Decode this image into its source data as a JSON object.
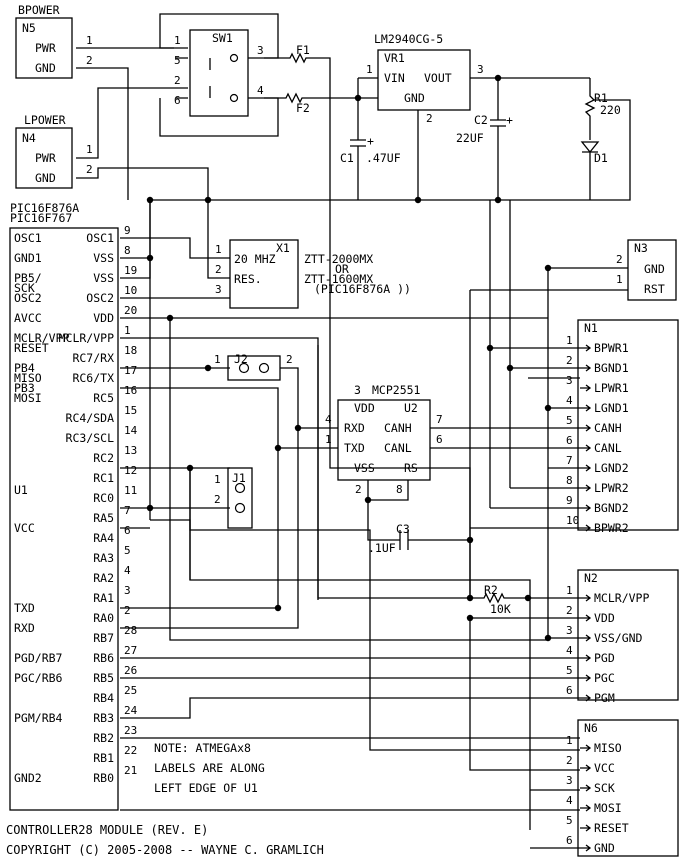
{
  "title": "CONTROLLER28 MODULE (REV. E)",
  "copyright": "COPYRIGHT (C) 2005-2008 -- WAYNE C. GRAMLICH",
  "note": [
    "NOTE: ATMEGAx8",
    "LABELS ARE ALONG",
    "LEFT EDGE OF U1"
  ],
  "bpower": {
    "label": "BPOWER",
    "ref": "N5",
    "pins": [
      {
        "name": "PWR",
        "num": "1"
      },
      {
        "name": "GND",
        "num": "2"
      }
    ]
  },
  "lpower": {
    "label": "LPOWER",
    "ref": "N4",
    "pins": [
      {
        "name": "PWR",
        "num": "1"
      },
      {
        "name": "GND",
        "num": "2"
      }
    ]
  },
  "sw1": {
    "ref": "SW1",
    "pins": [
      "1",
      "5",
      "2",
      "6",
      "3",
      "4"
    ]
  },
  "fuses": [
    "F1",
    "F2"
  ],
  "vr1": {
    "part": "LM2940CG-5",
    "ref": "VR1",
    "in": "VIN",
    "out": "VOUT",
    "gnd": "GND",
    "pins": [
      "1",
      "3",
      "2"
    ]
  },
  "c1": {
    "ref": "C1",
    "value": ".47UF",
    "plus": "+"
  },
  "c2": {
    "ref": "C2",
    "value": "22UF",
    "plus": "+"
  },
  "r1": {
    "ref": "R1",
    "value": "220"
  },
  "d1": {
    "ref": "D1"
  },
  "u1": {
    "parts": [
      "PIC16F876A",
      "PIC16F767"
    ],
    "ref": "U1",
    "left_labels": [
      "OSC1",
      "GND1",
      "PB5/",
      "SCK",
      "OSC2",
      "AVCC",
      "MCLR/VPP",
      "RESET",
      "PB4",
      "MISO",
      "PB3",
      "MOSI",
      "VCC",
      "TXD",
      "RXD",
      "PGD/RB7",
      "PGC/RB6",
      "PGM/RB4",
      "GND2"
    ],
    "pins": [
      {
        "name": "OSC1",
        "num": "9"
      },
      {
        "name": "VSS",
        "num": "8"
      },
      {
        "name": "VSS",
        "num": "19"
      },
      {
        "name": "OSC2",
        "num": "10"
      },
      {
        "name": "VDD",
        "num": "20"
      },
      {
        "name": "MCLR/VPP",
        "num": "1"
      },
      {
        "name": "RC7/RX",
        "num": "18"
      },
      {
        "name": "RC6/TX",
        "num": "17"
      },
      {
        "name": "RC5",
        "num": "16"
      },
      {
        "name": "RC4/SDA",
        "num": "15"
      },
      {
        "name": "RC3/SCL",
        "num": "14"
      },
      {
        "name": "RC2",
        "num": "13"
      },
      {
        "name": "RC1",
        "num": "12"
      },
      {
        "name": "RC0",
        "num": "11"
      },
      {
        "name": "RA5",
        "num": "7"
      },
      {
        "name": "RA4",
        "num": "6"
      },
      {
        "name": "RA3",
        "num": "5"
      },
      {
        "name": "RA2",
        "num": "4"
      },
      {
        "name": "RA1",
        "num": "3"
      },
      {
        "name": "RA0",
        "num": "2"
      },
      {
        "name": "RB7",
        "num": "28"
      },
      {
        "name": "RB6",
        "num": "27"
      },
      {
        "name": "RB5",
        "num": "26"
      },
      {
        "name": "RB4",
        "num": "25"
      },
      {
        "name": "RB3",
        "num": "24"
      },
      {
        "name": "RB2",
        "num": "23"
      },
      {
        "name": "RB1",
        "num": "22"
      },
      {
        "name": "RB0",
        "num": "21"
      }
    ]
  },
  "x1": {
    "ref": "X1",
    "freq": "20 MHZ",
    "type": "RES.",
    "pins": [
      "1",
      "2",
      "3"
    ],
    "part": [
      "ZTT-2000MX",
      "OR",
      "ZTT-1600MX",
      "(PIC16F876A ))"
    ]
  },
  "j1": {
    "ref": "J1",
    "pins": [
      "1",
      "2"
    ]
  },
  "j2": {
    "ref": "J2",
    "pins": [
      "1",
      "2"
    ]
  },
  "u2": {
    "part": "MCP2551",
    "ref": "U2",
    "pins": [
      {
        "name": "VDD",
        "num": "3"
      },
      {
        "name": "RXD",
        "num": "4"
      },
      {
        "name": "TXD",
        "num": "1"
      },
      {
        "name": "VSS",
        "num": "2"
      },
      {
        "name": "RS",
        "num": "8"
      },
      {
        "name": "CANH",
        "num": "7"
      },
      {
        "name": "CANL",
        "num": "6"
      }
    ]
  },
  "c3": {
    "ref": "C3",
    "value": ".1UF"
  },
  "r2": {
    "ref": "R2",
    "value": "10K"
  },
  "n3": {
    "ref": "N3",
    "pins": [
      {
        "name": "GND",
        "num": "2"
      },
      {
        "name": "RST",
        "num": "1"
      }
    ]
  },
  "n1": {
    "ref": "N1",
    "pins": [
      {
        "name": "BPWR1",
        "num": "1"
      },
      {
        "name": "BGND1",
        "num": "2"
      },
      {
        "name": "LPWR1",
        "num": "3"
      },
      {
        "name": "LGND1",
        "num": "4"
      },
      {
        "name": "CANH",
        "num": "5"
      },
      {
        "name": "CANL",
        "num": "6"
      },
      {
        "name": "LGND2",
        "num": "7"
      },
      {
        "name": "LPWR2",
        "num": "8"
      },
      {
        "name": "BGND2",
        "num": "9"
      },
      {
        "name": "BPWR2",
        "num": "10"
      }
    ]
  },
  "n2": {
    "ref": "N2",
    "pins": [
      {
        "name": "MCLR/VPP",
        "num": "1"
      },
      {
        "name": "VDD",
        "num": "2"
      },
      {
        "name": "VSS/GND",
        "num": "3"
      },
      {
        "name": "PGD",
        "num": "4"
      },
      {
        "name": "PGC",
        "num": "5"
      },
      {
        "name": "PGM",
        "num": "6"
      }
    ]
  },
  "n6": {
    "ref": "N6",
    "pins": [
      {
        "name": "MISO",
        "num": "1"
      },
      {
        "name": "VCC",
        "num": "2"
      },
      {
        "name": "SCK",
        "num": "3"
      },
      {
        "name": "MOSI",
        "num": "4"
      },
      {
        "name": "RESET",
        "num": "5"
      },
      {
        "name": "GND",
        "num": "6"
      }
    ]
  }
}
